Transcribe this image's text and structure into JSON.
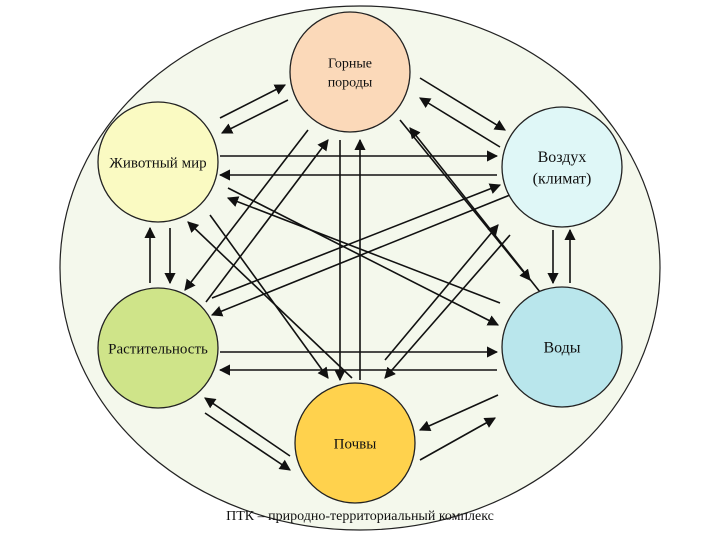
{
  "diagram": {
    "nodes": [
      {
        "id": "rocks",
        "lines": [
          "Горные",
          "породы"
        ],
        "fill": "#fbd9b9"
      },
      {
        "id": "air",
        "lines": [
          "Воздух",
          "(климат)"
        ],
        "fill": "#dff7f7"
      },
      {
        "id": "water",
        "lines": [
          "Воды"
        ],
        "fill": "#b9e6ec"
      },
      {
        "id": "soil",
        "lines": [
          "Почвы"
        ],
        "fill": "#ffd24d"
      },
      {
        "id": "plants",
        "lines": [
          "Растительность"
        ],
        "fill": "#cfe489"
      },
      {
        "id": "animals",
        "lines": [
          "Животный мир"
        ],
        "fill": "#fafac2"
      }
    ],
    "outer_fill": "#f4f8ec",
    "caption": "ПТК – природно-территориальный комплекс"
  }
}
